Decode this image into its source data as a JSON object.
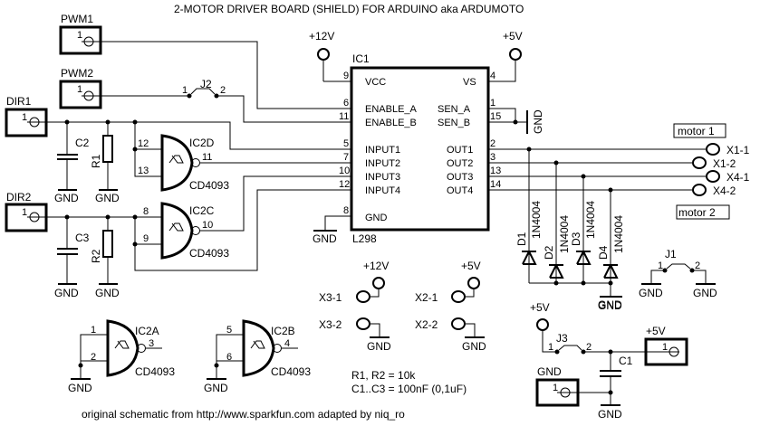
{
  "title": "2-MOTOR DRIVER BOARD (SHIELD) FOR ARDUINO aka ARDUMOTO",
  "footer": "original schematic from http://www.sparkfun.com adapted by niq_ro",
  "notes": [
    "R1, R2 = 10k",
    "C1..C3 = 100nF (0,1uF)"
  ],
  "connectors": {
    "pwm1": {
      "name": "PWM1",
      "pin": "1"
    },
    "pwm2": {
      "name": "PWM2",
      "pin": "1"
    },
    "dir1": {
      "name": "DIR1",
      "pin": "1"
    },
    "dir2": {
      "name": "DIR2",
      "pin": "1"
    },
    "p5v": {
      "name": "+5V",
      "pin": "1"
    },
    "gnd": {
      "name": "GND",
      "pin": "1"
    }
  },
  "ic1": {
    "ref": "IC1",
    "part": "L298",
    "left_pins": [
      {
        "num": "9",
        "name": "VCC"
      },
      {
        "num": "6",
        "name": "ENABLE_A"
      },
      {
        "num": "11",
        "name": "ENABLE_B"
      },
      {
        "num": "5",
        "name": "INPUT1"
      },
      {
        "num": "7",
        "name": "INPUT2"
      },
      {
        "num": "10",
        "name": "INPUT3"
      },
      {
        "num": "12",
        "name": "INPUT4"
      },
      {
        "num": "8",
        "name": "GND"
      }
    ],
    "right_pins": [
      {
        "num": "4",
        "name": "VS"
      },
      {
        "num": "1",
        "name": "SEN_A"
      },
      {
        "num": "15",
        "name": "SEN_B"
      },
      {
        "num": "2",
        "name": "OUT1"
      },
      {
        "num": "3",
        "name": "OUT2"
      },
      {
        "num": "13",
        "name": "OUT3"
      },
      {
        "num": "14",
        "name": "OUT4"
      }
    ]
  },
  "gates": [
    {
      "ref": "IC2D",
      "part": "CD4093",
      "in1": "12",
      "in2": "13",
      "out": "11"
    },
    {
      "ref": "IC2C",
      "part": "CD4093",
      "in1": "8",
      "in2": "9",
      "out": "10"
    },
    {
      "ref": "IC2A",
      "part": "CD4093",
      "in1": "1",
      "in2": "2",
      "out": "3"
    },
    {
      "ref": "IC2B",
      "part": "CD4093",
      "in1": "5",
      "in2": "6",
      "out": "4"
    }
  ],
  "passives": {
    "c1": "C1",
    "c2": "C2",
    "c3": "C3",
    "r1": "R1",
    "r2": "R2"
  },
  "diodes": [
    {
      "ref": "D1",
      "part": "1N4004"
    },
    {
      "ref": "D2",
      "part": "1N4004"
    },
    {
      "ref": "D3",
      "part": "1N4004"
    },
    {
      "ref": "D4",
      "part": "1N4004"
    }
  ],
  "jumpers": {
    "j1": {
      "ref": "J1",
      "p1": "1",
      "p2": "2"
    },
    "j2": {
      "ref": "J2",
      "p1": "1",
      "p2": "2"
    },
    "j3": {
      "ref": "J3",
      "p1": "1",
      "p2": "2"
    }
  },
  "terminals": {
    "x1_1": "X1-1",
    "x1_2": "X1-2",
    "x4_1": "X4-1",
    "x4_2": "X4-2",
    "x3_1": "X3-1",
    "x3_2": "X3-2",
    "x2_1": "X2-1",
    "x2_2": "X2-2"
  },
  "motor_labels": {
    "m1": "motor 1",
    "m2": "motor 2"
  },
  "power": {
    "v12": "+12V",
    "v5": "+5V",
    "gnd": "GND"
  }
}
